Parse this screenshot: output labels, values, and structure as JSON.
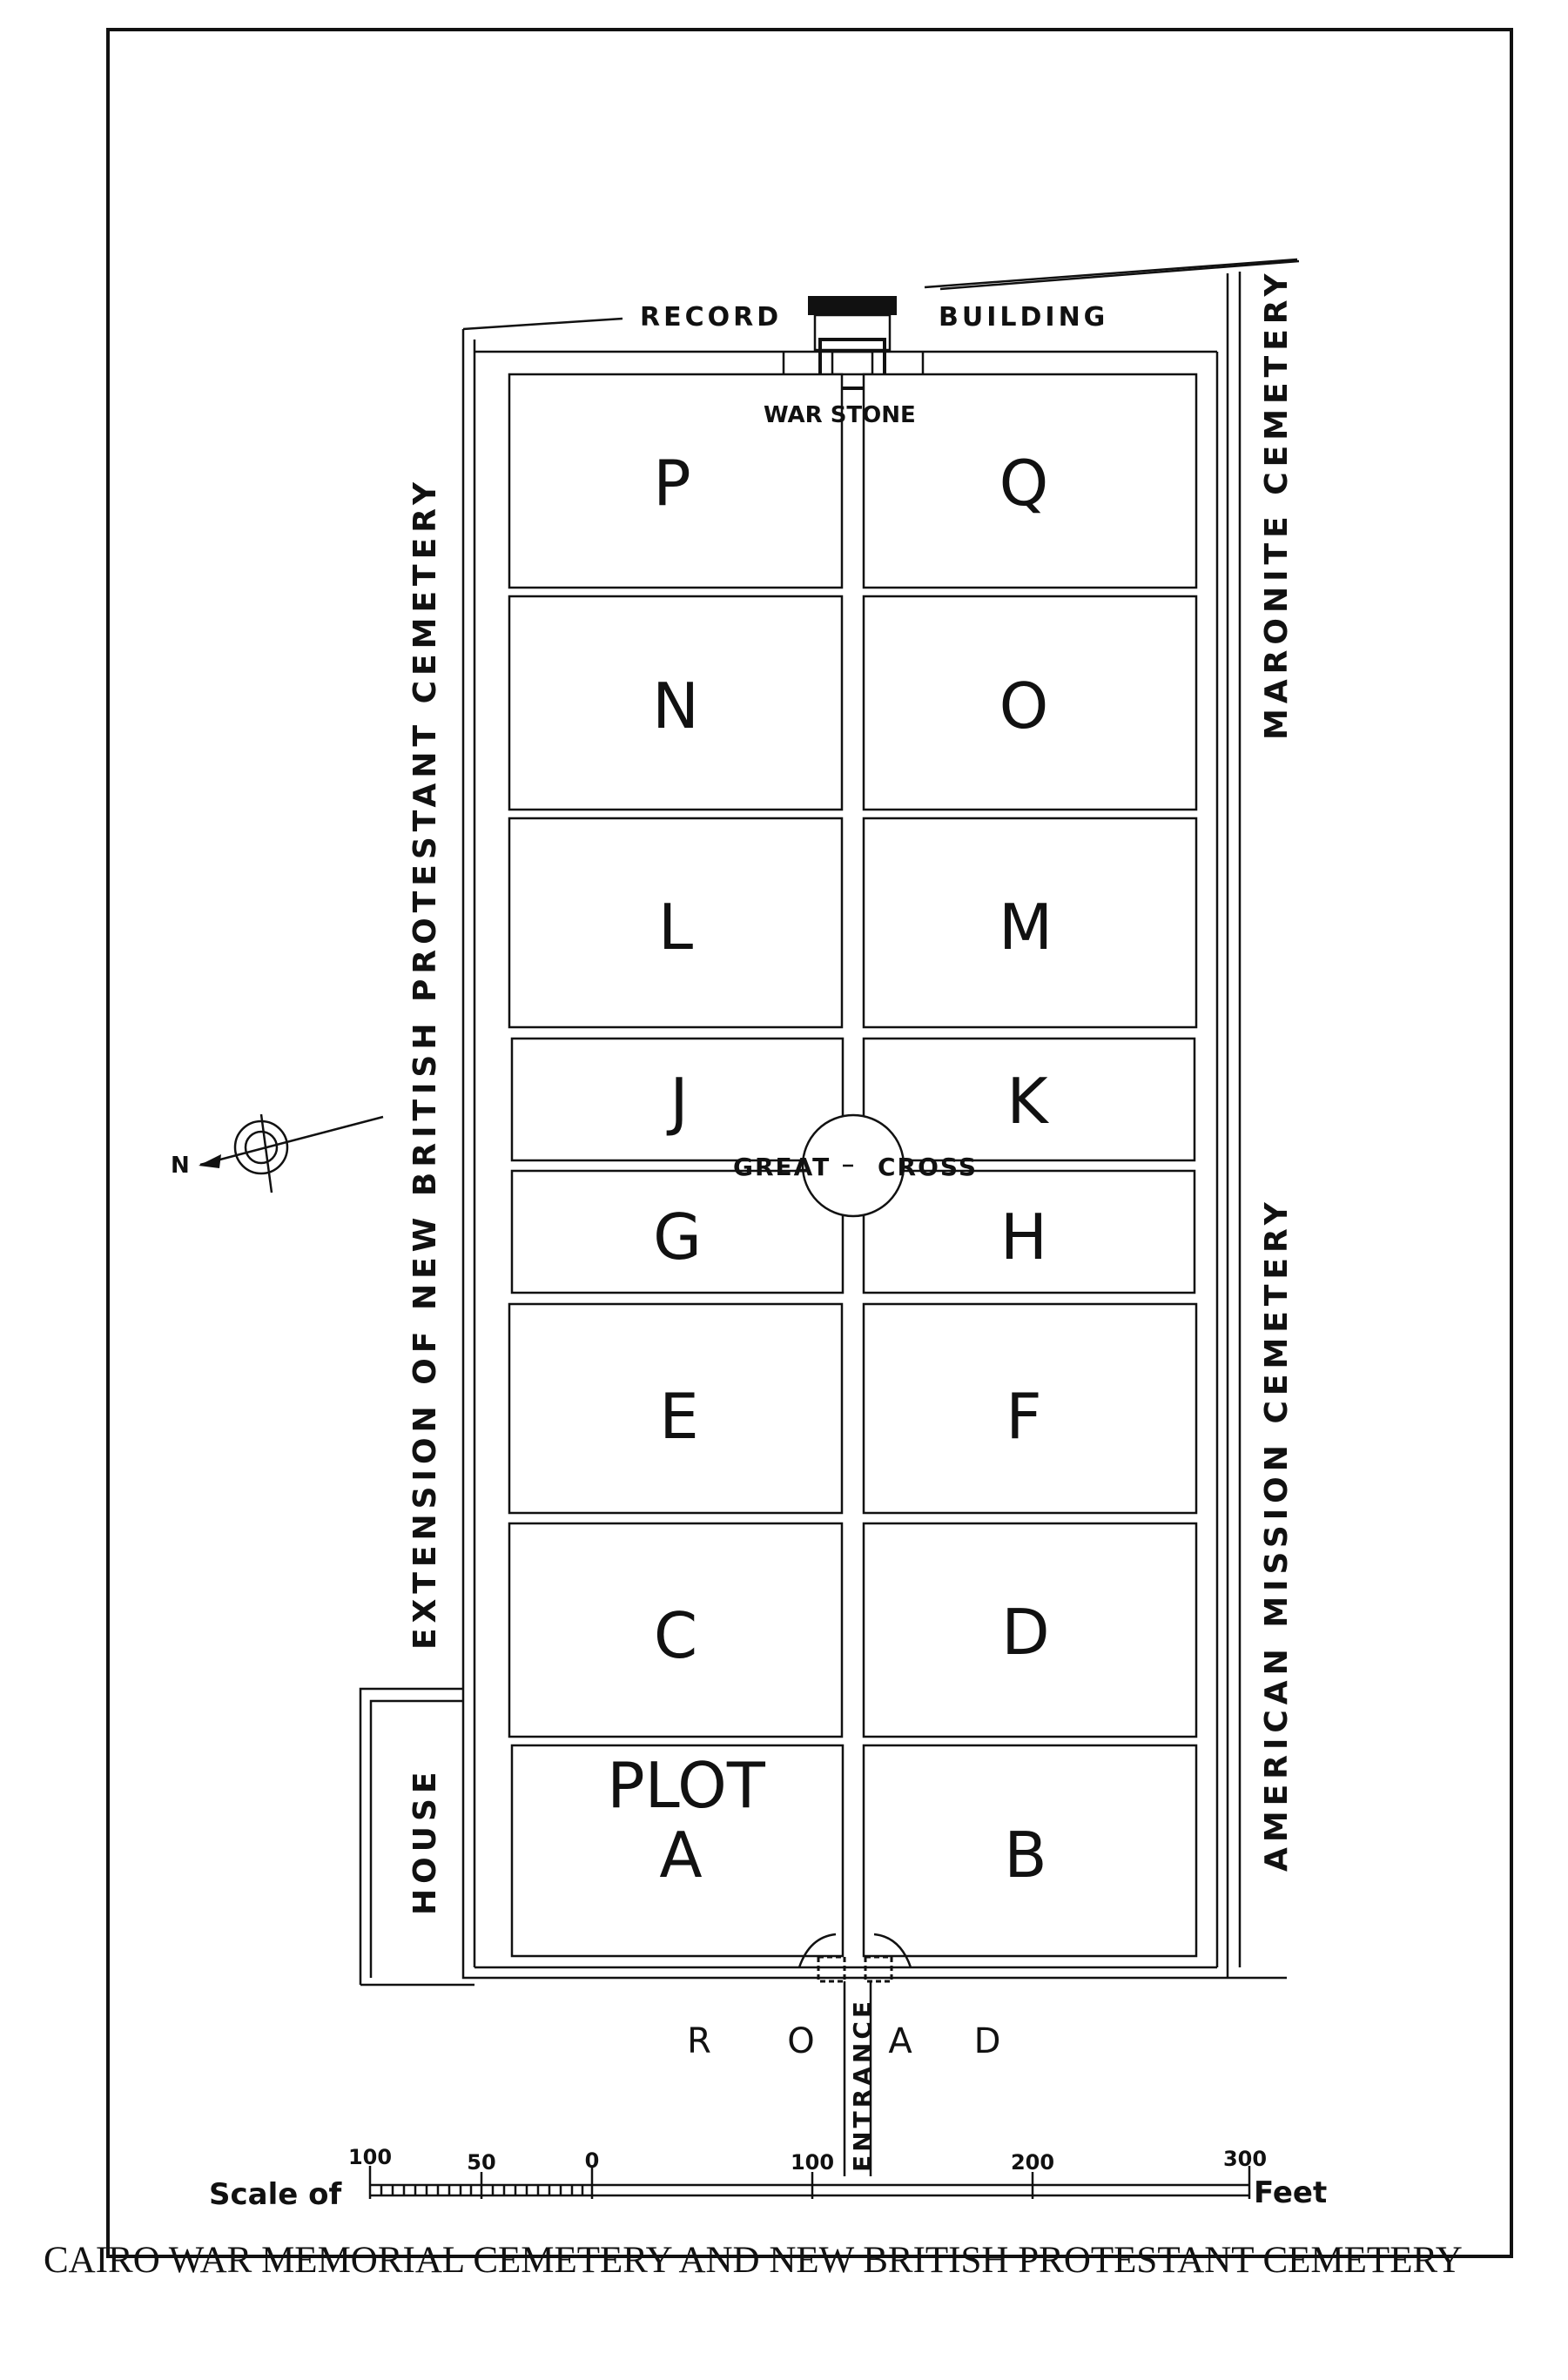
{
  "map": {
    "labels": {
      "record": "RECORD",
      "building": "BUILDING",
      "war_stone": "WAR STONE",
      "great": "GREAT",
      "cross": "CROSS",
      "entrance": "ENTRANCE",
      "house": "HOUSE",
      "left_side": "EXTENSION OF NEW BRITISH PROTESTANT CEMETERY",
      "right_upper": "MARONITE CEMETERY",
      "right_lower": "AMERICAN MISSION CEMETERY",
      "plot_word": "PLOT",
      "road_letters": [
        "R",
        "O",
        "A",
        "D"
      ]
    },
    "plots": {
      "P": "P",
      "Q": "Q",
      "N": "N",
      "O": "O",
      "L": "L",
      "M": "M",
      "J": "J",
      "K": "K",
      "G": "G",
      "H": "H",
      "E": "E",
      "F": "F",
      "C": "C",
      "D": "D",
      "A": "A",
      "B": "B"
    },
    "compass": {
      "north_label": "N"
    },
    "scale": {
      "prefix": "Scale of",
      "unit": "Feet",
      "ticks": [
        "100",
        "50",
        "0",
        "100",
        "200",
        "300"
      ]
    }
  },
  "caption": "CAIRO WAR MEMORIAL CEMETERY AND NEW BRITISH PROTESTANT CEMETERY"
}
